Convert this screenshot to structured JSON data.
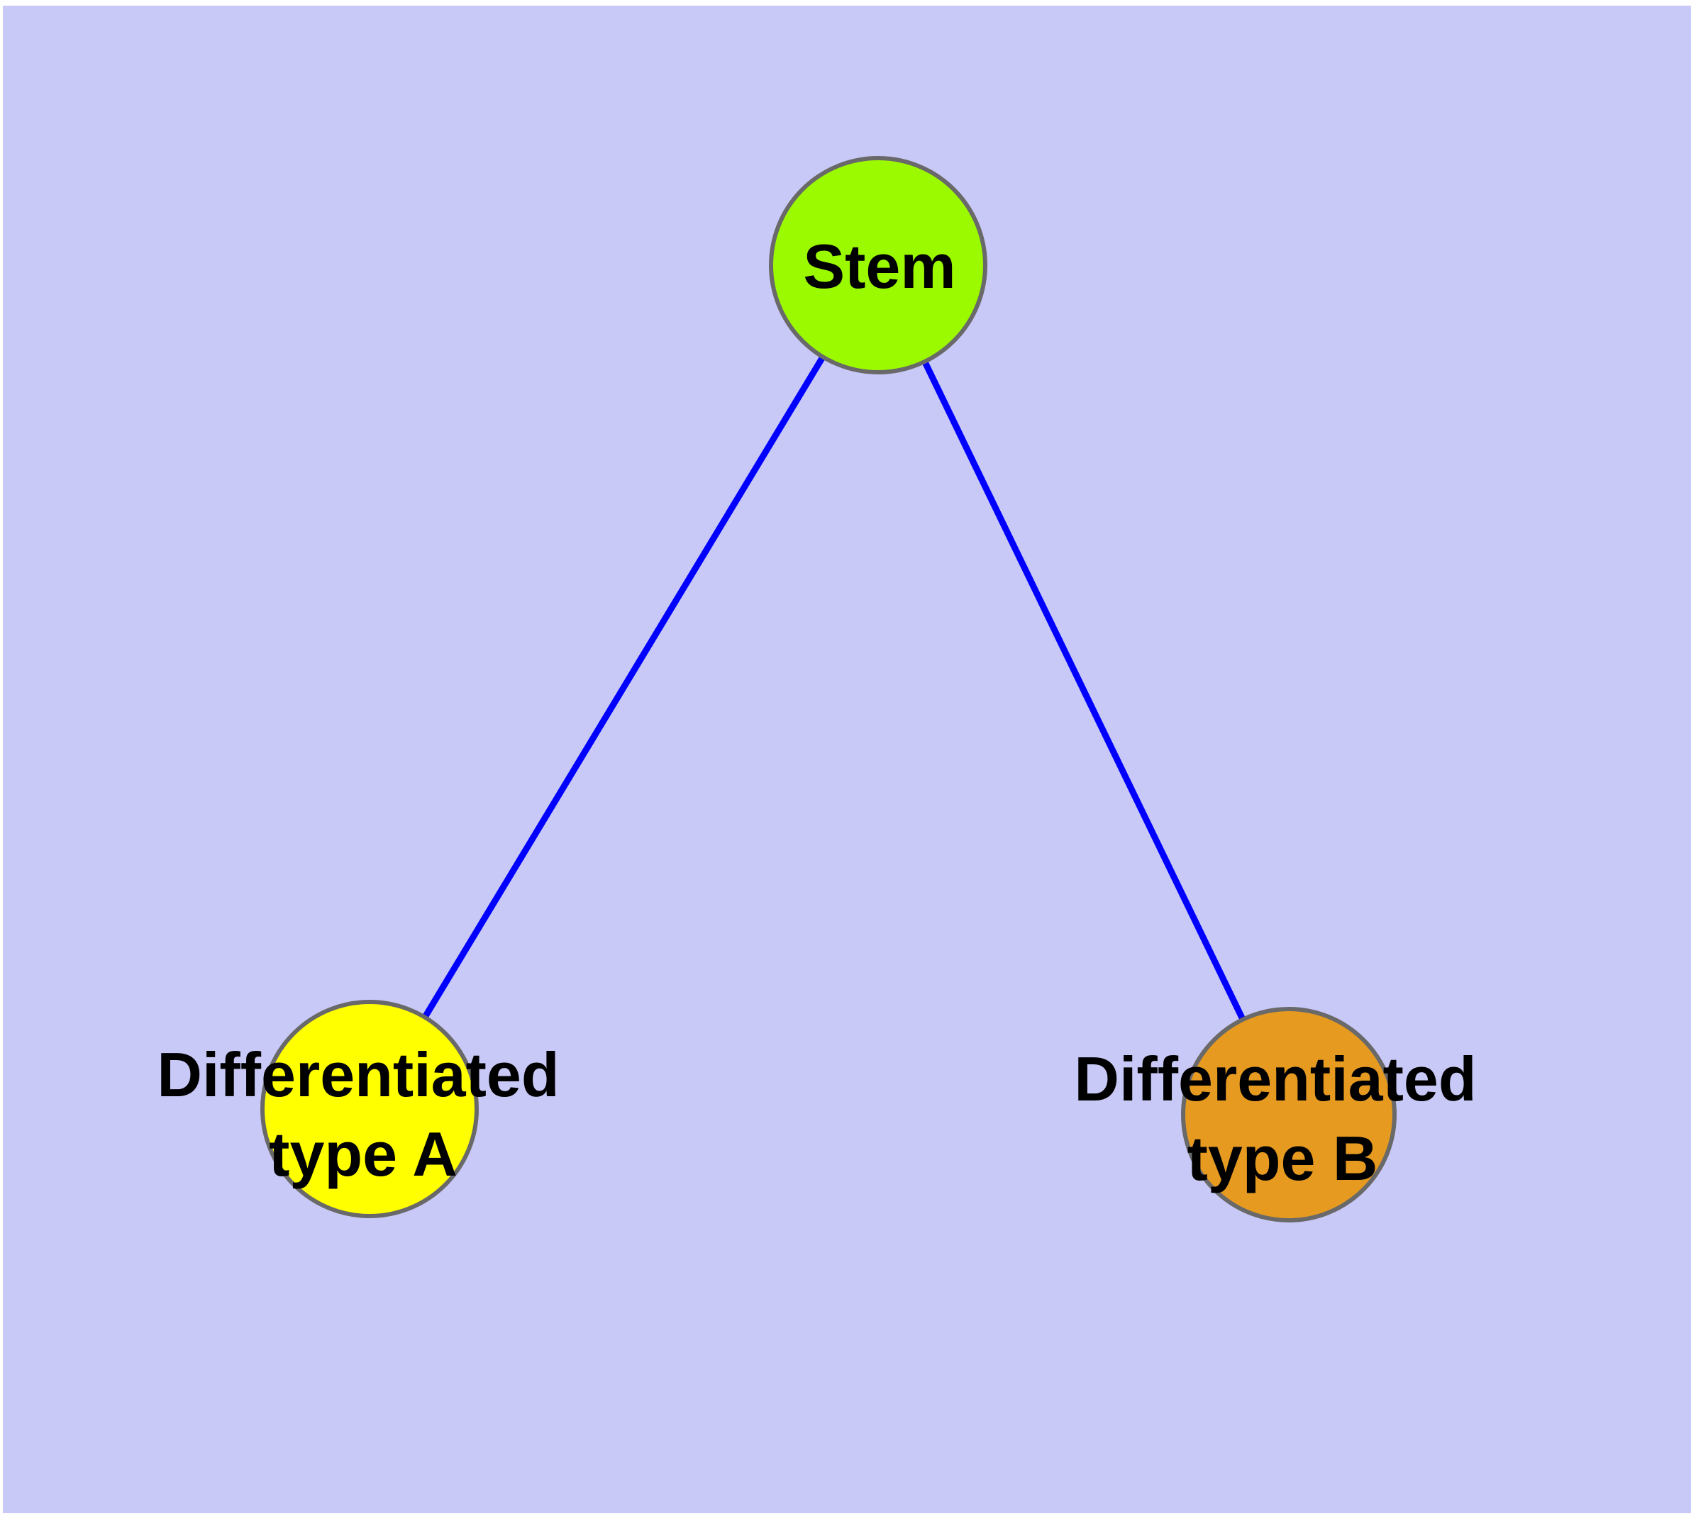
{
  "diagram": {
    "type": "graph",
    "background_color": "#C9C9F8",
    "edge_color": "#0000FF",
    "node_border_color": "#696969",
    "text_color": "#000000",
    "nodes": {
      "stem": {
        "label": "Stem",
        "fill": "#9BFA00"
      },
      "type_a": {
        "label_line1": "Differentiated",
        "label_line2": "type A",
        "fill": "#FFFF00"
      },
      "type_b": {
        "label_line1": "Differentiated",
        "label_line2": "type B",
        "fill": "#E69A20"
      }
    },
    "edges": [
      {
        "from": "Stem",
        "to": "Differentiated type A"
      },
      {
        "from": "Stem",
        "to": "Differentiated type B"
      }
    ]
  }
}
